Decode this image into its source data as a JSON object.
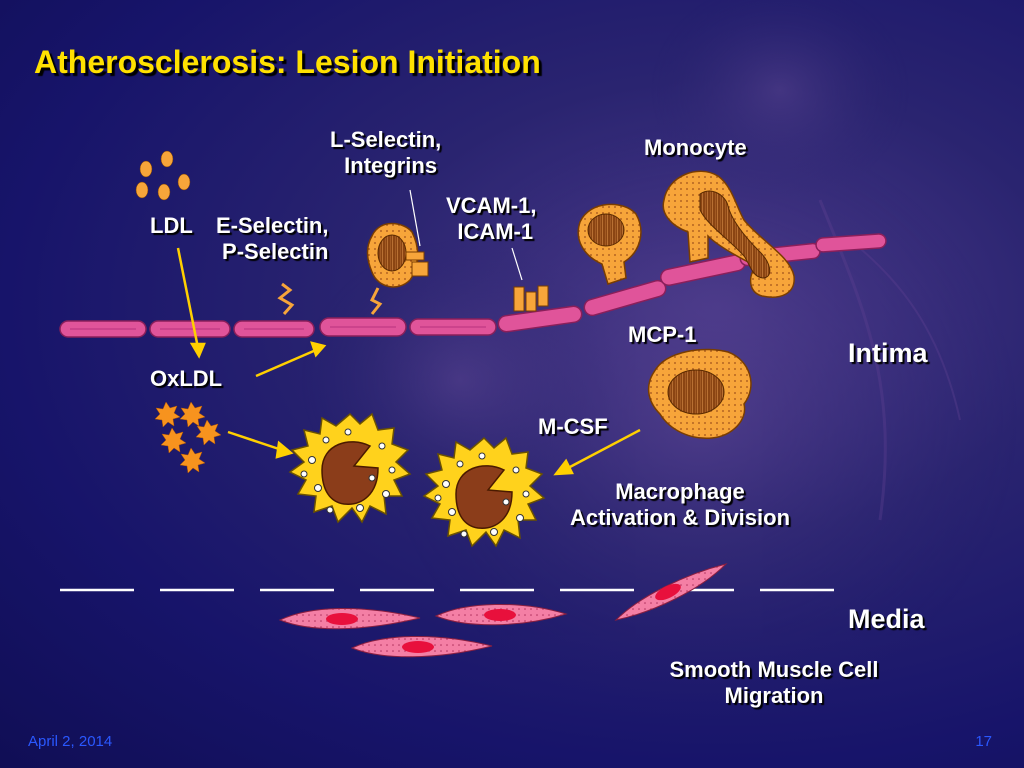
{
  "slide": {
    "title": "Atherosclerosis: Lesion Initiation",
    "date": "April 2, 2014",
    "page_number": "17"
  },
  "labels": {
    "ldl": "LDL",
    "e_selectin_1": "E-Selectin,",
    "e_selectin_2": "P-Selectin",
    "l_selectin_1": "L-Selectin,",
    "l_selectin_2": "Integrins",
    "vcam_1": "VCAM-1,",
    "vcam_2": "ICAM-1",
    "monocyte": "Monocyte",
    "mcp1": "MCP-1",
    "intima": "Intima",
    "oxldl": "OxLDL",
    "mcsf": "M-CSF",
    "macrophage_1": "Macrophage",
    "macrophage_2": "Activation & Division",
    "media": "Media",
    "smc_1": "Smooth Muscle Cell",
    "smc_2": "Migration"
  },
  "colors": {
    "title": "#ffe100",
    "endothelium": "#e0549a",
    "cell_orange": "#f7a53a",
    "nucleus": "#8b4513",
    "macrophage": "#ffd21c",
    "smc": "#f07d9a",
    "arrow": "#ffd000",
    "footer": "#2a58ff"
  }
}
